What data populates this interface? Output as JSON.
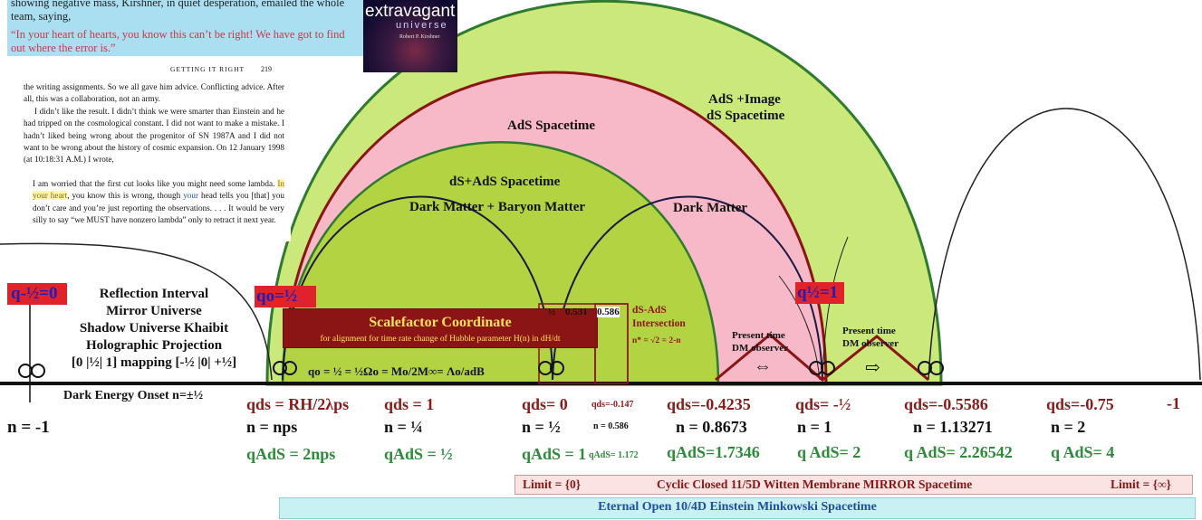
{
  "quote": {
    "intro": "showing negative mass, Kirshner, in quiet desperation, emailed the whole team, saying,",
    "quote": "“In your heart of hearts, you know this can’t be right! We have got to find out where the error is.”"
  },
  "book_page": {
    "running_head": "GETTING IT RIGHT",
    "page_number": "219",
    "p1": "the writing assignments. So we all gave him advice. Conflicting advice. After all, this was a collaboration, not an army.",
    "p2": "I didn’t like the result. I didn’t think we were smarter than Einstein and he had tripped on the cosmological constant. I did not want to make a mistake. I hadn’t liked being wrong about the progenitor of SN 1987A and I did not want to be wrong about the history of cosmic expansion. On 12 January 1998 (at 10:18:31 A.M.) I wrote,",
    "p3a": "I am worried that the first cut looks like you might need some lambda.",
    "p3b": "In your heart",
    "p3c": ", you know this is wrong, though",
    "p3d": "your",
    "p3e": "head tells you [that] you don’t care and you’re just reporting the observations. . . . It would be very silly to say “we MUST have nonzero lambda” only to retract it next year."
  },
  "book_cover": {
    "title1": "extravagant",
    "title2": "universe",
    "author": "Robert P. Kirshner"
  },
  "regions": {
    "ads_image": "AdS +Image",
    "ds_spacetime": "dS Spacetime",
    "ads_spacetime": "AdS Spacetime",
    "ds_ads": "dS+AdS Spacetime",
    "dm_baryon": "Dark Matter + Baryon Matter",
    "dark_matter": "Dark Matter"
  },
  "left_block": {
    "tag": "q-½=0",
    "lines": [
      "Reflection Interval",
      "Mirror Universe",
      "Shadow Universe Khaibit",
      "Holographic Projection",
      "[0 |½| 1] mapping [-½ |0| +½]"
    ],
    "dark_energy": "Dark Energy Onset n=±½",
    "n_minus1": "n = -1"
  },
  "tags": {
    "q0_half": "qo=½",
    "nps": "nps",
    "qhalf_one": "q½=1"
  },
  "scalefactor": {
    "title": "Scalefactor Coordinate",
    "subtitle": "for alignment for time rate change of Hubble parameter H(n) in dH/dt",
    "half": "½",
    "v1": "0.531",
    "v2": "0.586",
    "formula": "qo = ½ = ½Ωo = Mo/2M∞= Λo/adB"
  },
  "intersection": {
    "title1": "dS-AdS",
    "title2": "Intersection",
    "formula": "n* = √2 = 2-n"
  },
  "observers": {
    "label1": "Present time",
    "label2": "DM observer",
    "arrow1": "⇔",
    "arrow2": "⇨"
  },
  "columns": [
    {
      "qds": "qds = RH/2λps",
      "n": "n  = nps",
      "qads": "qAdS = 2nps"
    },
    {
      "qds": "qds = 1",
      "n": "n  = ¼",
      "qads": "qAdS = ½"
    },
    {
      "qds": "qds= 0",
      "qds_small": "qds=-0.147",
      "n": "n = ½",
      "n_small": "n = 0.586",
      "qads": "qAdS = 1",
      "qads_small": "qAdS= 1.172"
    },
    {
      "qds": "qds=-0.4235",
      "n": "n = 0.8673",
      "qads": "qAdS=1.7346"
    },
    {
      "qds": "qds= -½",
      "n": "n  = 1",
      "qads": "q AdS= 2"
    },
    {
      "qds": "qds=-0.5586",
      "n": "n = 1.13271",
      "qads": "q AdS= 2.26542"
    },
    {
      "qds": "qds=-0.75",
      "n": "n  = 2",
      "qads": "q AdS= 4"
    }
  ],
  "minus_one": "-1",
  "limits": {
    "left": "Limit = {0}",
    "middle": "Cyclic  Closed 11/5D Witten Membrane MIRROR Spacetime",
    "right": "Limit = {∞}"
  },
  "eternal": "Eternal Open 10/4D Einstein Minkowski Spacetime",
  "colors": {
    "light_green": "#cbe87a",
    "pink": "#f7b8c8",
    "mid_green": "#b3d442",
    "dark_red": "#8b1515",
    "green_text": "#2e8b3a"
  }
}
